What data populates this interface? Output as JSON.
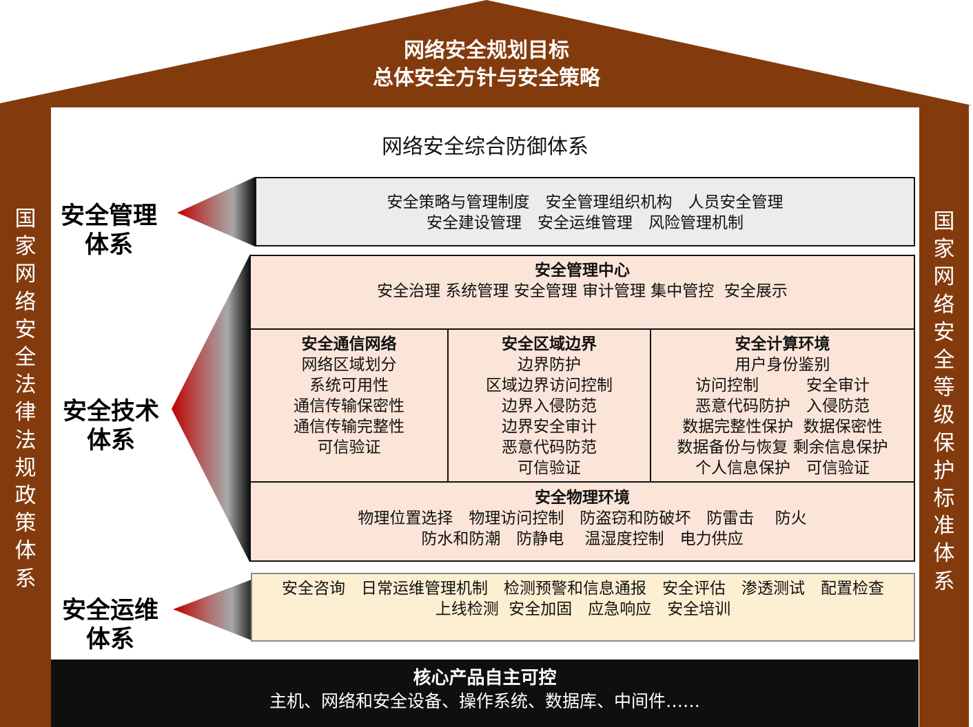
{
  "colors": {
    "frame_brown": "#833b0e",
    "mgmt_box_bg": "#ececec",
    "tech_box_bg": "#fbe5d8",
    "ops_box_bg": "#fdf0d2",
    "core_bg": "#0f0f0f",
    "arrow_red": "#c00000"
  },
  "roof": {
    "line1": "网络安全规划目标",
    "line2": "总体安全方针与安全策略"
  },
  "left_pillar": {
    "text": "国家网络安全法律法规政策体系"
  },
  "right_pillar": {
    "text": "国家网络安全等级保护标准体系"
  },
  "main_title": "网络安全综合防御体系",
  "systems": {
    "management": {
      "label_line1": "安全管理",
      "label_line2": "体系",
      "lines": [
        "安全策略与管理制度　安全管理组织机构　人员安全管理",
        "安全建设管理　安全运维管理　风险管理机制"
      ]
    },
    "technology": {
      "label_line1": "安全技术",
      "label_line2": "体系",
      "center": {
        "title": "安全管理中心",
        "items": "安全治理 系统管理 安全管理 审计管理 集中管控  安全展示"
      },
      "columns": [
        {
          "title": "安全通信网络",
          "items": [
            "网络区域划分",
            "系统可用性",
            "通信传输保密性",
            "通信传输完整性",
            "可信验证"
          ]
        },
        {
          "title": "安全区域边界",
          "items": [
            "边界防护",
            "区域边界访问控制",
            "边界入侵防范",
            "边界安全审计",
            "恶意代码防范",
            "可信验证"
          ]
        },
        {
          "title": "安全计算环境",
          "items": [
            "用户身份鉴别",
            "访问控制　　　安全审计",
            "恶意代码防护　入侵防范",
            "数据完整性保护  数据保密性",
            "数据备份与恢复 剩余信息保护",
            "个人信息保护　可信验证"
          ]
        }
      ],
      "physical": {
        "title": "安全物理环境",
        "lines": [
          "物理位置选择　物理访问控制　防盗窃和防破坏　防雷击　 防火",
          "防水和防潮　防静电　 温湿度控制　电力供应"
        ]
      }
    },
    "operations": {
      "label_line1": "安全运维",
      "label_line2": "体系",
      "lines": [
        "安全咨询　日常运维管理机制　检测预警和信息通报　安全评估　渗透测试　配置检查",
        "上线检测  安全加固　应急响应　安全培训"
      ]
    }
  },
  "core": {
    "title": "核心产品自主可控",
    "subtitle": "主机、网络和安全设备、操作系统、数据库、中间件……"
  }
}
